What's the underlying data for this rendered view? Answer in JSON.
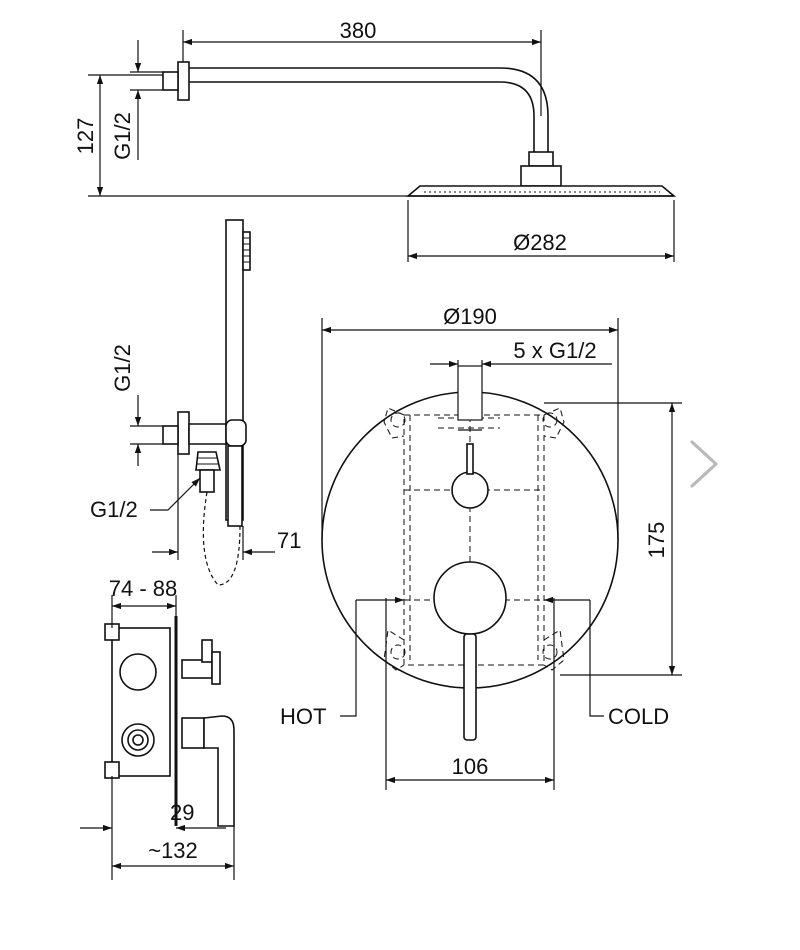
{
  "labels": {
    "arm_length": "380",
    "wall_height": "127",
    "arm_thread": "G1/2",
    "head_diameter": "Ø282",
    "plate_diameter": "Ø190",
    "outlets": "5 x G1/2",
    "hand_thread_top": "G1/2",
    "hand_thread_bottom": "G1/2",
    "hand_depth": "71",
    "plate_height": "175",
    "hot": "HOT",
    "cold": "COLD",
    "lever_span": "106",
    "box_depth": "74 - 88",
    "plate_depth": "29",
    "total_depth": "~132"
  },
  "nav": {
    "next_icon": "chevron-right-icon"
  }
}
